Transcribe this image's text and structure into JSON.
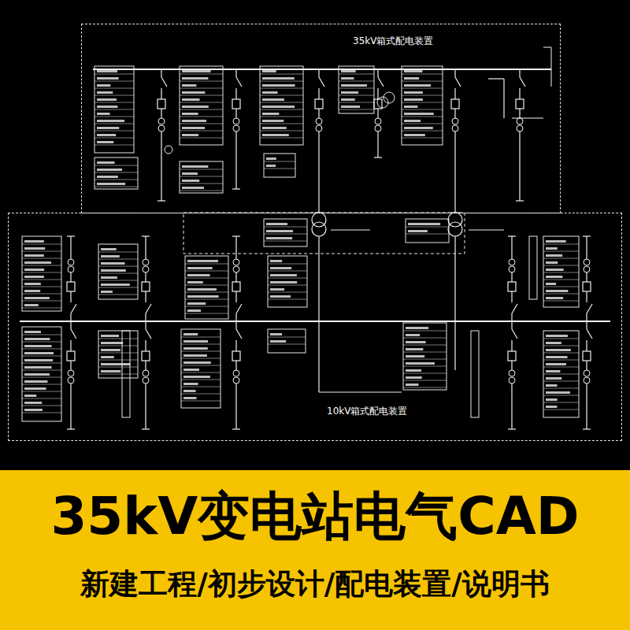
{
  "diagram": {
    "title": "35kV变电站电气CAD",
    "caption": "新建工程/初步设计/配电装置/说明书",
    "nodes": [
      {
        "text": [
          "35kV箱式配电装置"
        ]
      },
      {
        "text": [
          "10kV箱式配电装置"
        ]
      }
    ]
  }
}
